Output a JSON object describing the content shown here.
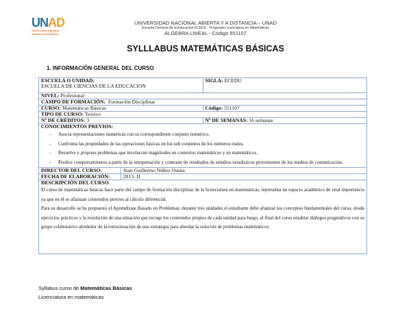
{
  "header": {
    "logo_text": "UNAD",
    "logo_sub1": "Universidad Nacional",
    "logo_sub2": "Abierta y a Distancia",
    "university": "UNIVERSIDAD NACIONAL ABIERTA Y A DISTANCIA – UNAD",
    "school_program": "Escuela Ciencias de la Educación ECEDU - Programa Licenciatura en Matemáticas",
    "course_code": "ÁLGEBRA LINEAL  -  Código 551107"
  },
  "title": "SYLLLABUS MATEMÁTICAS BÁSICAS",
  "section": "1.   INFORMACIÓN GENERAL DEL CURSO",
  "table": {
    "escuela_label": "ESCUELA O UNIDAD:",
    "escuela_value": "ESCUELA DE CIENCIAS DE LA EDUCACION",
    "sigla_label": "SIGLA:",
    "sigla_value": "ECEDU",
    "nivel_label": "NIVEL:",
    "nivel_value": "Profesional",
    "campo_label": "CAMPO DE FORMACIÓN:",
    "campo_value": "Formación Disciplinar",
    "curso_label": "CURSO:",
    "curso_value": "Matemáticas Básicas",
    "codigo_label": "Código:",
    "codigo_value": "551107",
    "tipo_label": "TIPO DE CURSO:",
    "tipo_value": "Teórico",
    "creditos_label": "Nº DE CRÉDITOS:",
    "creditos_value": "3",
    "semanas_label": "Nº DE SEMANAS:",
    "semanas_value": "16 semanas",
    "conocimientos_label": "CONOCIMIENTOS PREVIOS:",
    "conocimientos": [
      "Asocia representaciones numéricas con su correspondiente conjunto numérico.",
      "Confronta las propiedades de las operaciones básicas en los sub conjuntos de los números reales.",
      "Resuelve y propone problemas que involucran magnitudes en contextos matemáticos y no matemáticos.",
      "Predice comportamientos a partir de la interpretación y contraste de resultados de estudios estadísticos provenientes de los medios de comunicación."
    ],
    "director_label": "DIRECTOR DEL CURSO:",
    "director_value": "Juan Guillermo Núñez Osuna",
    "fecha_label": "FECHA DE ELABORACIÓN:",
    "fecha_value": "2013- II",
    "descripcion_label": "DESCRIPCIÓN DEL CURSO",
    "descripcion": [
      "El curso de matemáticas básicas hace parte del campo de formación disciplinar de la licenciatura en matemáticas, representa un espacio académico de vital importancia ya que en él se afianzan contenidos previos al cálculo diferencial.",
      "Para su desarrollo se ha propuesto el Aprendizaje Basado en Problemas; durante tres unidades el estudiante debe afianzar los conceptos fundamentales del curso, desde ejercicios prácticos y la resolución de una situación que recoge los contenidos propios de cada unidad para luego, al final del curso entablar diálogos pragmáticos con su grupo colaborativo alrededor de la estructuración de una estrategia para abordar la solución de problemas matemáticos."
    ]
  },
  "footer": {
    "line1_prefix": "Syllabus curso de ",
    "line1_bold": "Matemáticas Básicas",
    "line2": "Licenciatura en matemáticas"
  }
}
